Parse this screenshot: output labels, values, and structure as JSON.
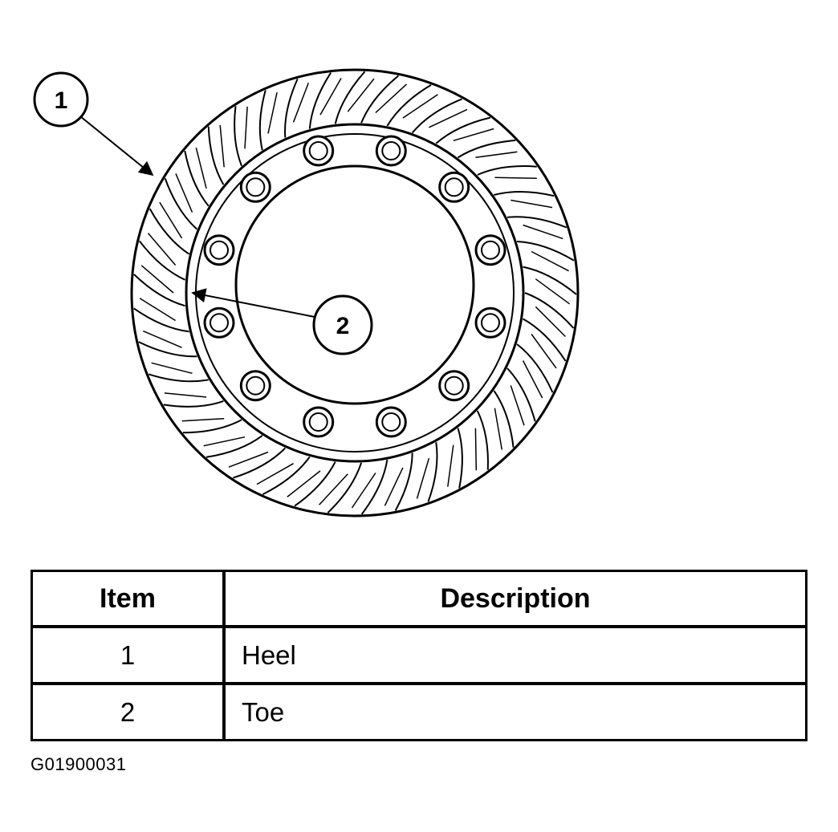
{
  "callouts": [
    {
      "number": "1"
    },
    {
      "number": "2"
    }
  ],
  "legend": {
    "headers": {
      "item": "Item",
      "description": "Description"
    },
    "rows": [
      {
        "item": "1",
        "description": "Heel"
      },
      {
        "item": "2",
        "description": "Toe"
      }
    ]
  },
  "figure_code": "G01900031",
  "gear": {
    "tooth_count": 41,
    "bolt_count": 12
  }
}
